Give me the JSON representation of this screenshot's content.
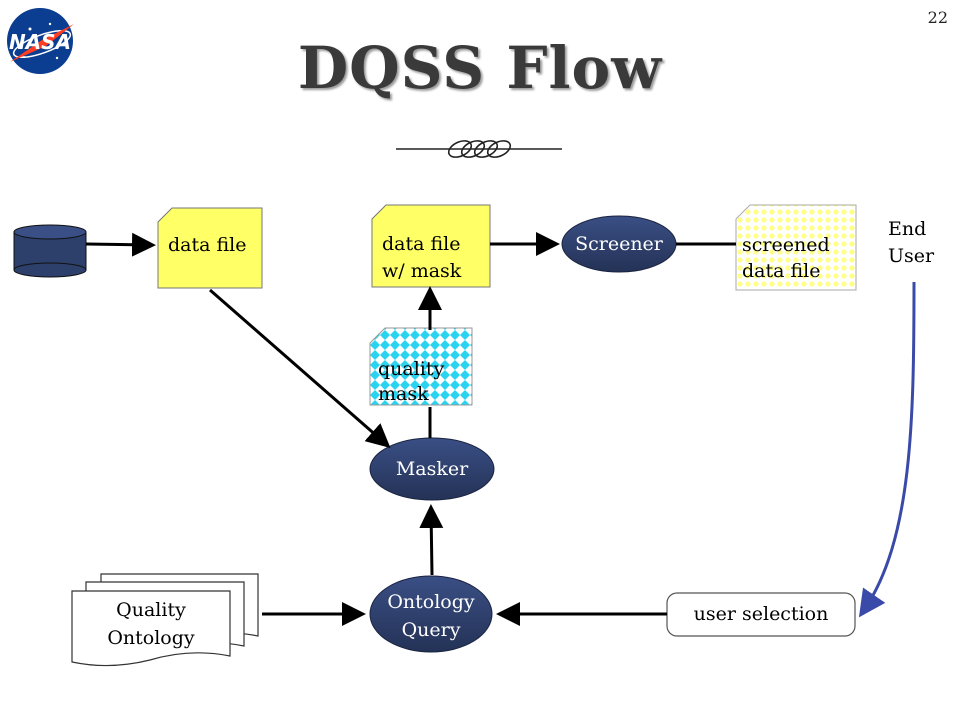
{
  "slide": {
    "number": "22",
    "title": "DQSS Flow"
  },
  "logo": {
    "text": "NASA"
  },
  "nodes": {
    "data_file": "data file",
    "data_file_mask": [
      "data file",
      "w/ mask"
    ],
    "screener": "Screener",
    "screened_data_file": [
      "screened",
      "data file"
    ],
    "end_user": [
      "End",
      "User"
    ],
    "quality_mask": [
      "quality",
      "mask"
    ],
    "masker": "Masker",
    "ontology_query": [
      "Ontology",
      "Query"
    ],
    "quality_ontology": [
      "Quality",
      "Ontology"
    ],
    "user_selection": "user selection"
  },
  "colors": {
    "yellow_doc": "#ffff66",
    "ellipse_fill": "#2d3f6b",
    "cylinder_fill": "#2d3f6b",
    "mask_pattern": "#2ad4f0",
    "screened_pattern": "#ffff88",
    "blue_arrow": "#3a4aa8"
  }
}
